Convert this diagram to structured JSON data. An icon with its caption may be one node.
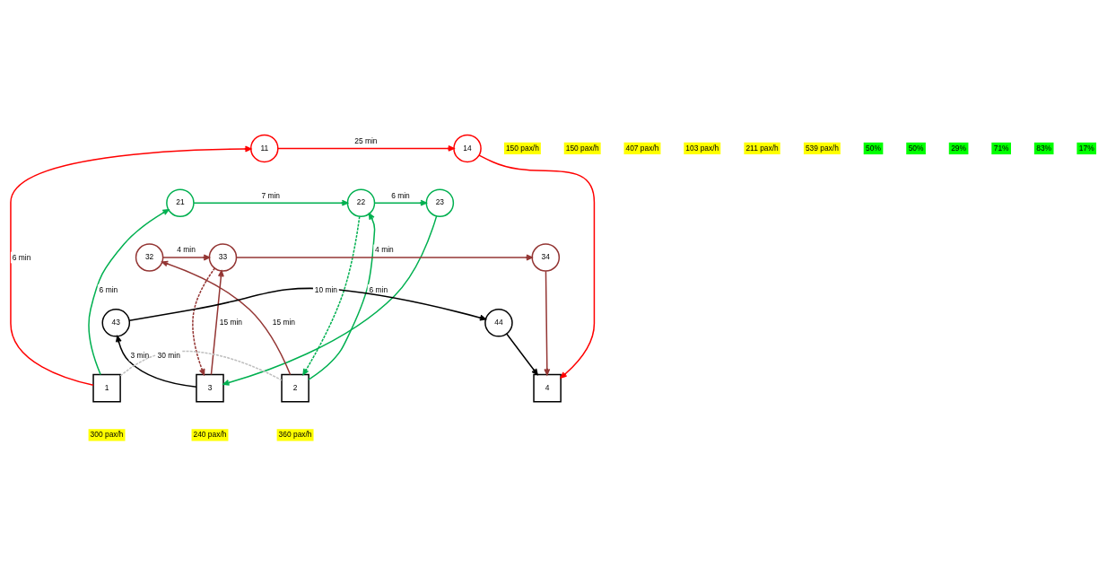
{
  "diagram": {
    "nodes": [
      {
        "text": [
          "11"
        ]
      },
      {
        "text": [
          "14"
        ]
      },
      {
        "text": [
          "21"
        ]
      },
      {
        "text": [
          "22"
        ]
      },
      {
        "text": [
          "23"
        ]
      },
      {
        "text": [
          "32"
        ]
      },
      {
        "text": [
          "33"
        ]
      },
      {
        "text": [
          "34"
        ]
      },
      {
        "text": [
          "43"
        ]
      },
      {
        "text": [
          "44"
        ]
      },
      {
        "text": [
          "1"
        ],
        "beside": [
          "300 pax/h"
        ]
      },
      {
        "text": [
          "2"
        ],
        "beside": [
          "360 pax/h"
        ]
      },
      {
        "text": [
          "3"
        ],
        "beside": [
          "240 pax/h"
        ]
      },
      {
        "text": [
          "4"
        ]
      }
    ],
    "edges": [
      {
        "from": 10,
        "to": 0,
        "arrow": "to",
        "label": "6 min",
        "color": "#ff0000"
      },
      {
        "from": 0,
        "to": 1,
        "arrow": "to",
        "label": "25 min",
        "color": "#ff0000"
      },
      {
        "from": 1,
        "to": 13,
        "arrow": "to",
        "color": "#ff0000"
      },
      {
        "from": 10,
        "to": 2,
        "arrow": "to",
        "label": "6 min",
        "color": "#00b050"
      },
      {
        "from": 2,
        "to": 3,
        "arrow": "to",
        "label": "7 min",
        "color": "#00b050"
      },
      {
        "from": 3,
        "to": 4,
        "arrow": "to",
        "label": "6 min",
        "color": "#00b050"
      },
      {
        "from": 4,
        "to": 12,
        "arrow": "to",
        "color": "#00b050"
      },
      {
        "from": 3,
        "to": 11,
        "arrow": "to",
        "style": "dashed",
        "color": "#00b050"
      },
      {
        "from": 11,
        "to": 3,
        "arrow": "to",
        "label": "6 min",
        "color": "#00b050"
      },
      {
        "from": 11,
        "to": 5,
        "arrow": "to",
        "label": "15 min",
        "color": "#943634"
      },
      {
        "from": 5,
        "to": 6,
        "arrow": "to",
        "label": "4 min",
        "color": "#943634"
      },
      {
        "from": 6,
        "to": 7,
        "arrow": "to",
        "label": "4 min",
        "color": "#943634"
      },
      {
        "from": 7,
        "to": 13,
        "arrow": "to",
        "color": "#943634"
      },
      {
        "from": 6,
        "to": 12,
        "arrow": "to",
        "style": "dashed",
        "color": "#943634"
      },
      {
        "from": 12,
        "to": 6,
        "arrow": "to",
        "label": "15 min",
        "color": "#943634"
      },
      {
        "from": 12,
        "to": 8,
        "arrow": "to",
        "label": "3 min",
        "color": "#000000"
      },
      {
        "from": 8,
        "to": 9,
        "arrow": "to",
        "label": "10 min",
        "color": "#000000"
      },
      {
        "from": 9,
        "to": 13,
        "arrow": "to",
        "color": "#000000"
      },
      {
        "from": 10,
        "to": 11,
        "arrow": "none",
        "label": "30 min",
        "style": "dashed",
        "color": "#bfbfbf"
      }
    ],
    "labels": [
      "150 pax/h",
      "150 pax/h",
      "407 pax/h",
      "103 pax/h",
      "211 pax/h",
      "539 pax/h",
      "50%",
      "50%",
      "29%",
      "71%",
      "83%",
      "17%"
    ]
  }
}
